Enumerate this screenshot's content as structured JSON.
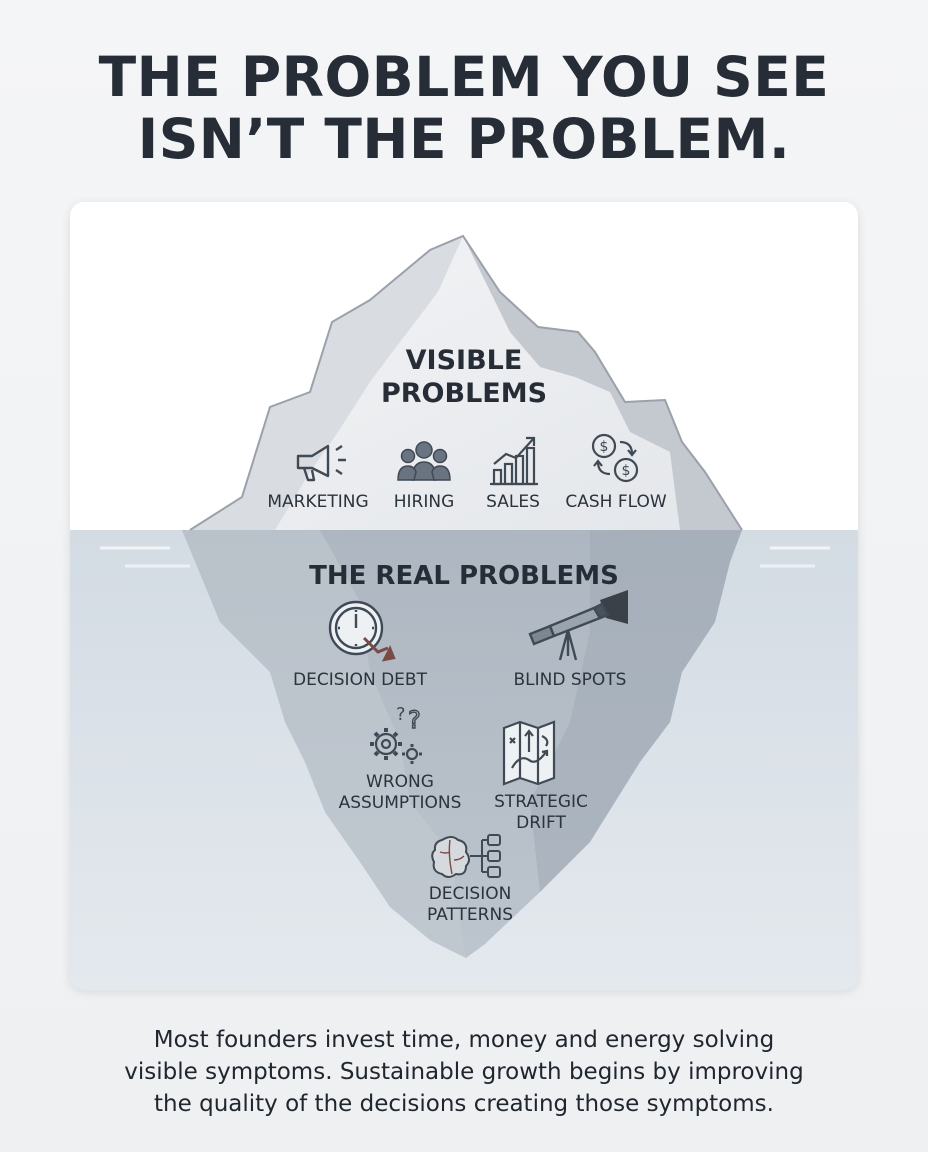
{
  "headline": {
    "line1": "THE PROBLEM YOU SEE",
    "line2": "ISN’T THE PROBLEM."
  },
  "visible": {
    "heading_line1": "VISIBLE",
    "heading_line2": "PROBLEMS",
    "items": [
      {
        "label": "MARKETING",
        "icon": "megaphone-icon"
      },
      {
        "label": "HIRING",
        "icon": "people-icon"
      },
      {
        "label": "SALES",
        "icon": "bar-growth-icon"
      },
      {
        "label": "CASH FLOW",
        "icon": "cash-flow-icon"
      }
    ]
  },
  "real": {
    "heading": "THE REAL PROBLEMS",
    "items": [
      {
        "line1": "DECISION DEBT",
        "icon": "clock-decline-icon"
      },
      {
        "line1": "BLIND SPOTS",
        "icon": "telescope-icon"
      },
      {
        "line1": "WRONG",
        "line2": "ASSUMPTIONS",
        "icon": "gears-question-icon"
      },
      {
        "line1": "STRATEGIC",
        "line2": "DRIFT",
        "icon": "map-icon"
      },
      {
        "line1": "DECISION",
        "line2": "PATTERNS",
        "icon": "brain-network-icon"
      }
    ]
  },
  "caption": {
    "line1": "Most founders invest time, money and energy solving",
    "line2": "visible symptoms. Sustainable growth begins by improving",
    "line3": "the quality of the decisions creating those symptoms."
  },
  "colors": {
    "sky": "#ffffff",
    "water": "#dde3e9",
    "ice_light": "#eef0f3",
    "ice_shadow": "#b9bfc7",
    "ice_underwater": "#a9b3be",
    "icon_stroke": "#3f4a55",
    "accent_arrow": "#7a4a45"
  }
}
